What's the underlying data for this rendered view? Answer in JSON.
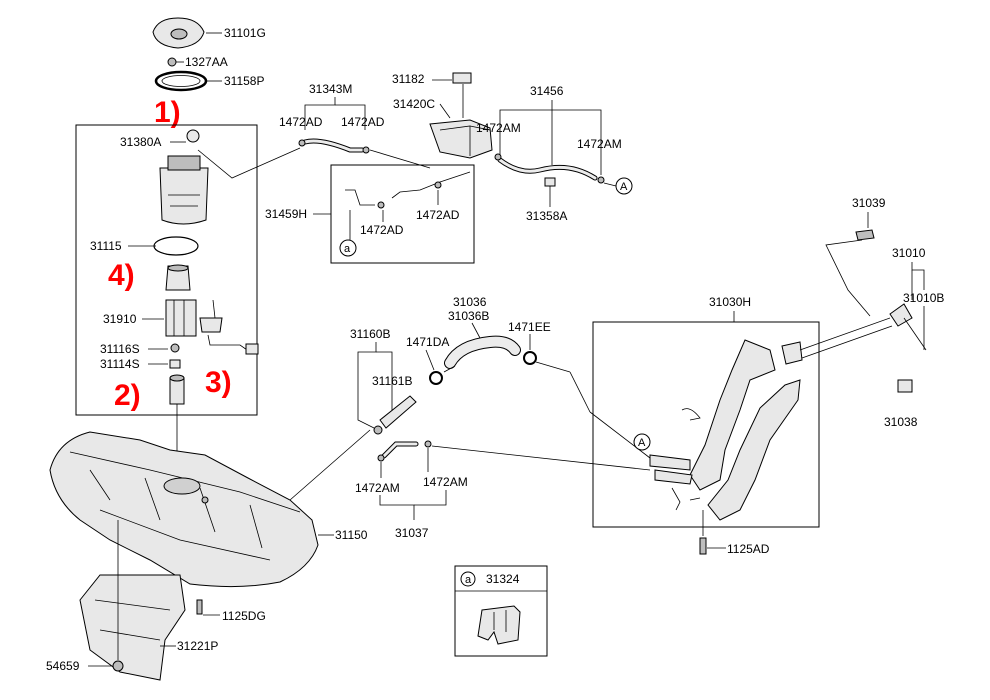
{
  "labels": {
    "p31101G": "31101G",
    "p1327AA": "1327AA",
    "p31158P": "31158P",
    "p31380A": "31380A",
    "p31115": "31115",
    "p31910": "31910",
    "p31116S": "31116S",
    "p31114S": "31114S",
    "p31343M": "31343M",
    "p1472AD_a": "1472AD",
    "p1472AD_b": "1472AD",
    "p1472AD_c": "1472AD",
    "p1472AD_d": "1472AD",
    "p31459H": "31459H",
    "p31182": "31182",
    "p31420C": "31420C",
    "p31456": "31456",
    "p1472AM_a": "1472AM",
    "p1472AM_b": "1472AM",
    "p31358A": "31358A",
    "p31039": "31039",
    "p31010": "31010",
    "p31010B": "31010B",
    "p31038": "31038",
    "p31036": "31036",
    "p31036B": "31036B",
    "p1471EE": "1471EE",
    "p31030H": "31030H",
    "p31160B": "31160B",
    "p1471DA": "1471DA",
    "p31161B": "31161B",
    "p1472AM_c": "1472AM",
    "p1472AM_d": "1472AM",
    "p31037": "31037",
    "p31150": "31150",
    "p1125DG": "1125DG",
    "p31221P": "31221P",
    "p54659": "54659",
    "p1125AD": "1125AD",
    "p31324": "31324"
  },
  "callouts": {
    "c1": "1)",
    "c2": "2)",
    "c3": "3)",
    "c4": "4)"
  },
  "refs": {
    "a_small_1": "a",
    "a_small_2": "a",
    "A_1": "A",
    "A_2": "A"
  },
  "colors": {
    "callout": "#ff0000",
    "line": "#000000",
    "part_fill": "#e8e8e8"
  }
}
